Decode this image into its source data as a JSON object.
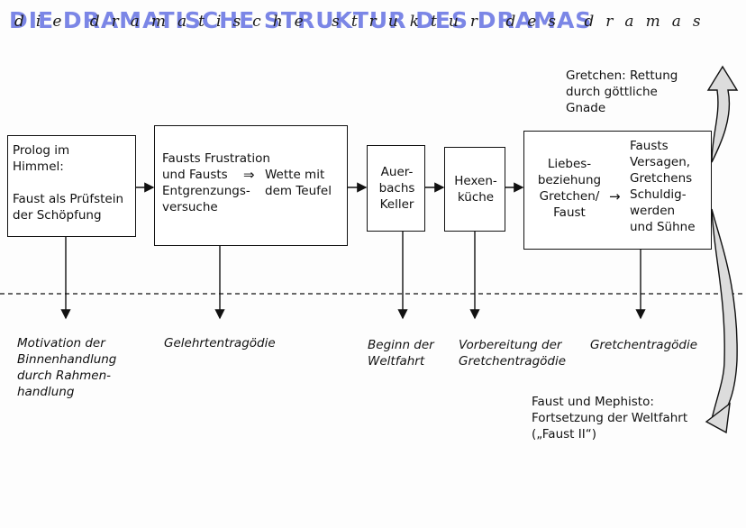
{
  "title": "Die dramatische Struktur des Dramas",
  "title_script": "die dramatische struktur des dramas",
  "boxes": {
    "prolog": "Prolog im\nHimmel:\n\nFaust als Prüfstein\nder Schöpfung",
    "frustration_left": "Fausts Frustration\nund Fausts\nEntgrenzungs-\nversuche",
    "frustration_arrow": "⇒",
    "frustration_right": "Wette mit\ndem Teufel",
    "auerbach": "Auer-\nbachs\nKeller",
    "hexen": "Hexen-\nküche",
    "liebe_left": "Liebes-\nbeziehung\nGretchen/\nFaust",
    "liebe_arrow": "→",
    "liebe_right": "Fausts\nVersagen,\nGretchens\nSchuldig-\nwerden\nund Sühne"
  },
  "side_notes": {
    "top": "Gretchen: Rettung\ndurch göttliche\nGnade",
    "bottom": "Faust und Mephisto:\nFortsetzung der Weltfahrt\n(„Faust II“)"
  },
  "labels": {
    "motivation": "Motivation der\nBinnenhandlung\ndurch Rahmen-\nhandlung",
    "gelehrten": "Gelehrtentragödie",
    "beginn": "Beginn der\nWeltfahrt",
    "vorbereitung": "Vorbereitung der\nGretchentragödie",
    "gretchen": "Gretchentragödie"
  },
  "colors": {
    "title": "#7b86e6",
    "line": "#111111",
    "bracket_fill": "#dcdcdc"
  }
}
